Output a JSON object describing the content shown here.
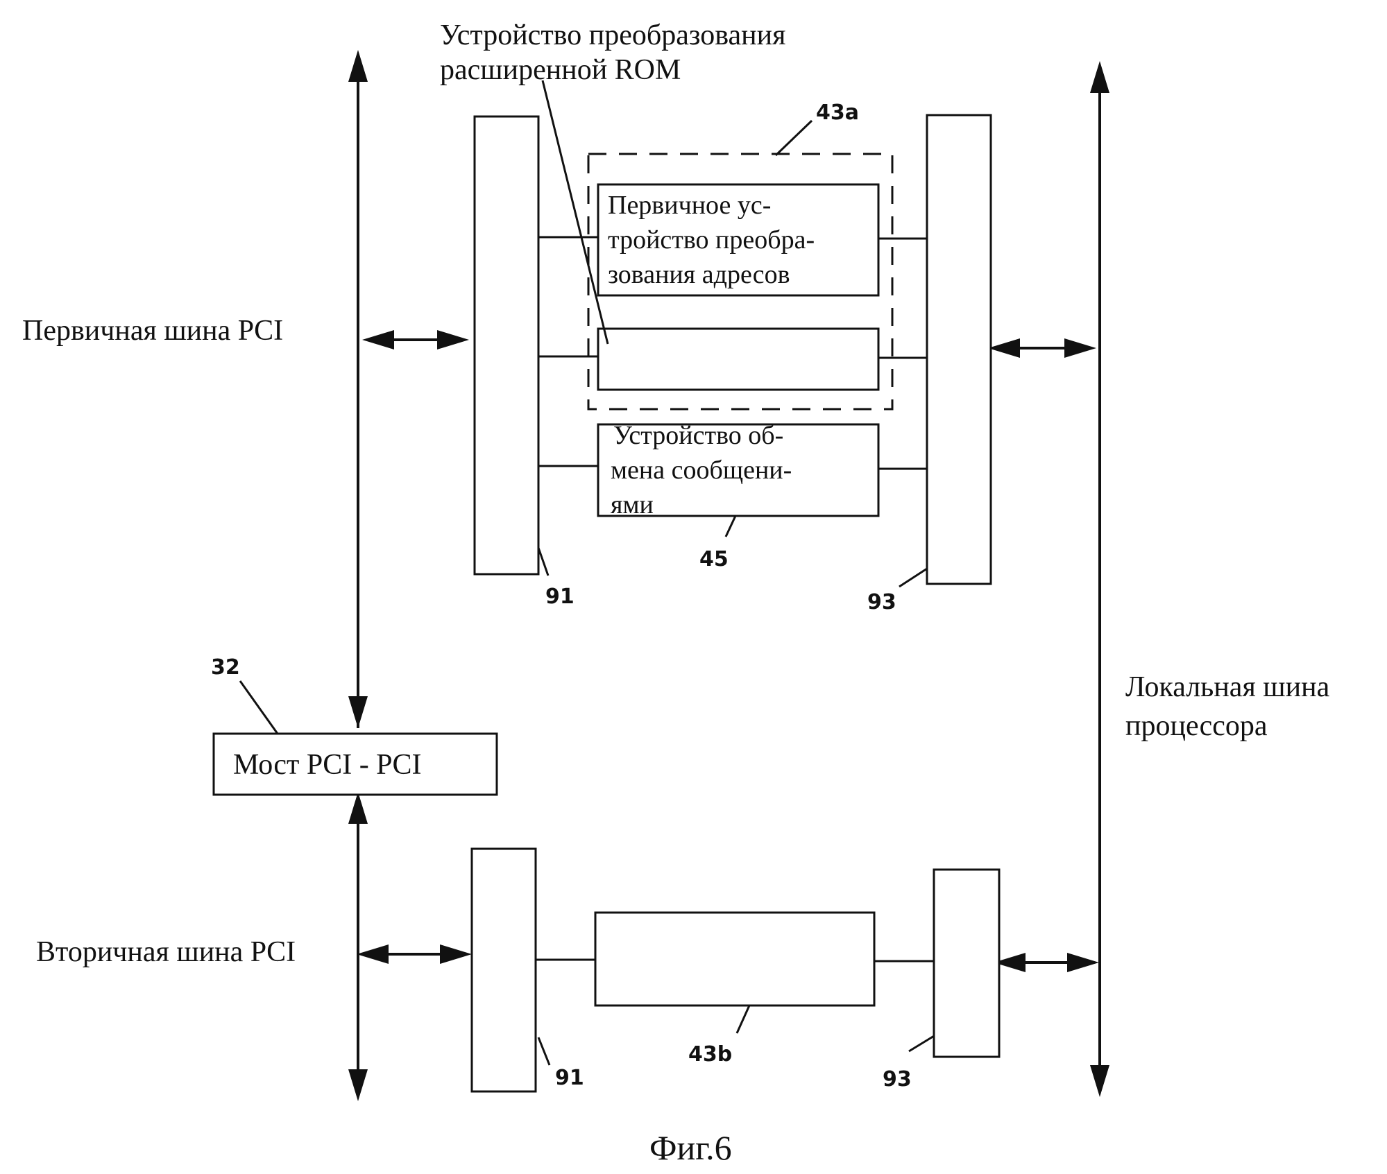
{
  "labels": {
    "rom_converter": [
      "Устройство преобразования",
      "расширенной ROM"
    ],
    "primary_bus": "Первичная шина PCI",
    "secondary_bus": "Вторичная шина PCI",
    "local_bus": [
      "Локальная шина",
      "процессора"
    ],
    "caption": "Фиг.6"
  },
  "blocks": {
    "address_converter": [
      "Первичное ус-",
      "тройство преобра-",
      "зования адресов"
    ],
    "message_unit": [
      "Устройство об-",
      "мена сообщени-",
      "ями"
    ],
    "bridge": "Мост PCI - PCI"
  },
  "refs": {
    "r43a": "43a",
    "r45": "45",
    "r91_top": "91",
    "r93_top": "93",
    "r32": "32",
    "r43b": "43b",
    "r91_bot": "91",
    "r93_bot": "93"
  }
}
